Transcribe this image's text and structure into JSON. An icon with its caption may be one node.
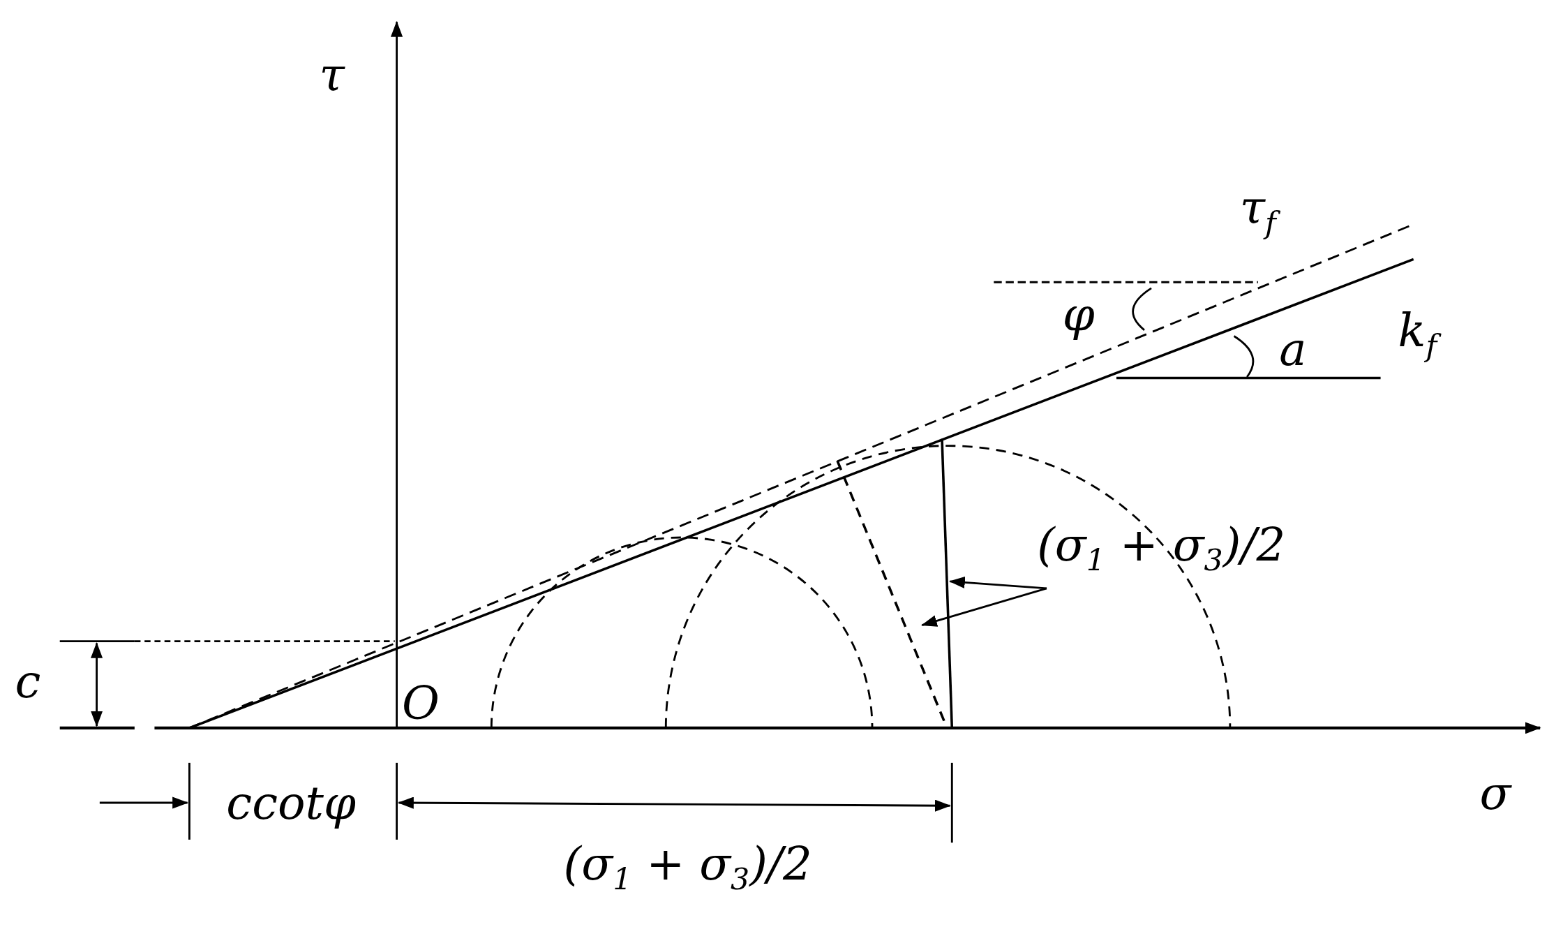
{
  "diagram": {
    "nodes": [
      {
        "text": [
          "(σ$_{1}$ + σ$_{3}$)/2"
        ]
      },
      {
        "text": [],
        "shape": "line"
      },
      {
        "text": [],
        "shape": "line"
      }
    ],
    "edges": [
      {
        "from": 0,
        "to": 1,
        "arrow": "to"
      },
      {
        "from": 0,
        "to": 2,
        "arrow": "to"
      }
    ],
    "labels": [
      "τ",
      "τ$_{f}$",
      "φ",
      "k$_{f}$",
      "a",
      "c",
      "O",
      "σ",
      "ccotφ",
      "(σ$_{1}$ + σ$_{3}$)/2"
    ]
  }
}
